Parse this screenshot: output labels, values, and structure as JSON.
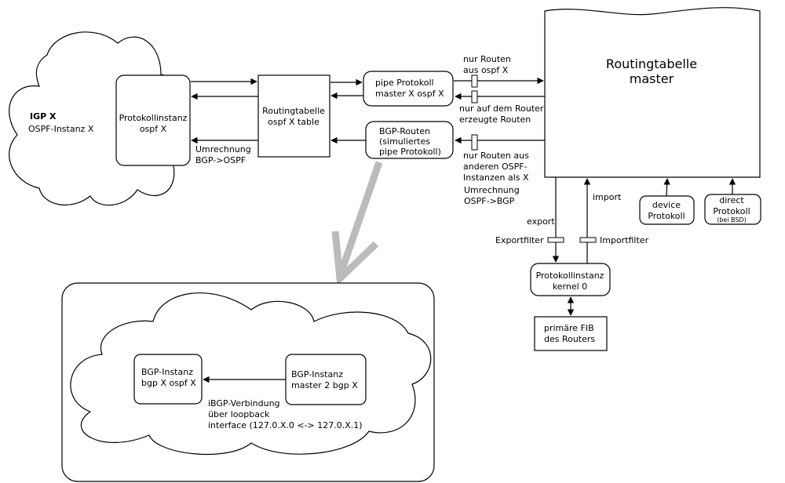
{
  "igp_cloud": {
    "title": "IGP X",
    "subtitle": "OSPF-Instanz X"
  },
  "protokollinstanz_ospf": [
    "Protokollinstanz",
    "ospf X"
  ],
  "umrechnung_bgp_ospf": [
    "Umrechnung",
    "BGP->OSPF"
  ],
  "routingtabelle_ospf": [
    "Routingtabelle",
    "ospf X table"
  ],
  "pipe_protokoll": [
    "pipe Protokoll",
    "master X ospf X"
  ],
  "bgp_routen": [
    "BGP-Routen",
    "(simuliertes",
    "pipe Protokoll)"
  ],
  "label_nur_routen_ospf": [
    "nur Routen",
    "aus ospf X"
  ],
  "label_nur_router": [
    "nur auf dem Router",
    "erzeugte Routen"
  ],
  "label_nur_routen_andere": [
    "nur Routen aus",
    "anderen OSPF-",
    "Instanzen als X"
  ],
  "umrechnung_ospf_bgp": [
    "Umrechnung",
    "OSPF->BGP"
  ],
  "routingtabelle_master": [
    "Routingtabelle",
    "master"
  ],
  "device_protokoll": [
    "device",
    "Protokoll"
  ],
  "direct_protokoll": [
    "direct",
    "Protokoll"
  ],
  "direct_note": "(bei BSD)",
  "export_label": "export",
  "import_label": "import",
  "exportfilter_label": "Exportfilter",
  "importfilter_label": "Importfilter",
  "protokollinstanz_kernel": [
    "Protokollinstanz",
    "kernel 0"
  ],
  "primaere_fib": [
    "primäre FIB",
    "des Routers"
  ],
  "bgp_instanz_left": [
    "BGP-Instanz",
    "bgp X ospf X"
  ],
  "bgp_instanz_right": [
    "BGP-Instanz",
    "master 2 bgp X"
  ],
  "ibgp_label": [
    "iBGP-Verbindung",
    "über loopback",
    "interface (127.0.X.0 <-> 127.0.X.1)"
  ],
  "colors": {
    "stroke": "#000000",
    "zoom_arrow": "#bbbbbb",
    "background": "#ffffff"
  }
}
